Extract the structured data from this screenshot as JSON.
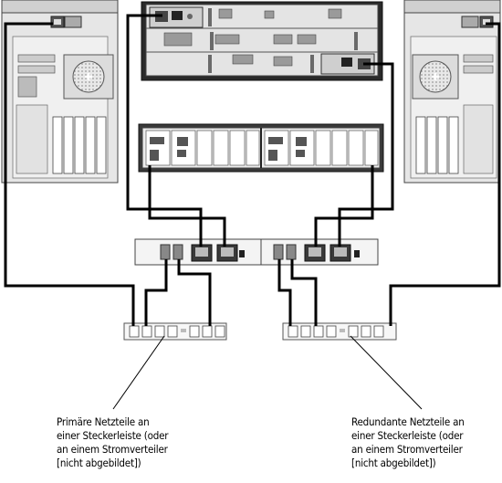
{
  "captions": {
    "left": {
      "line1": "Primäre Netzteile an",
      "line2": "einer Steckerleiste (oder",
      "line3": "an einem Stromverteiler",
      "line4": "[nicht abgebildet])"
    },
    "right": {
      "line1": "Redundante Netzteile an",
      "line2": "einer Steckerleiste (oder",
      "line3": "an einem Stromverteiler",
      "line4": "[nicht abgebildet])"
    }
  },
  "colors": {
    "cable": "#000000",
    "chassis": "#d9d9d9",
    "outline": "#333333"
  }
}
